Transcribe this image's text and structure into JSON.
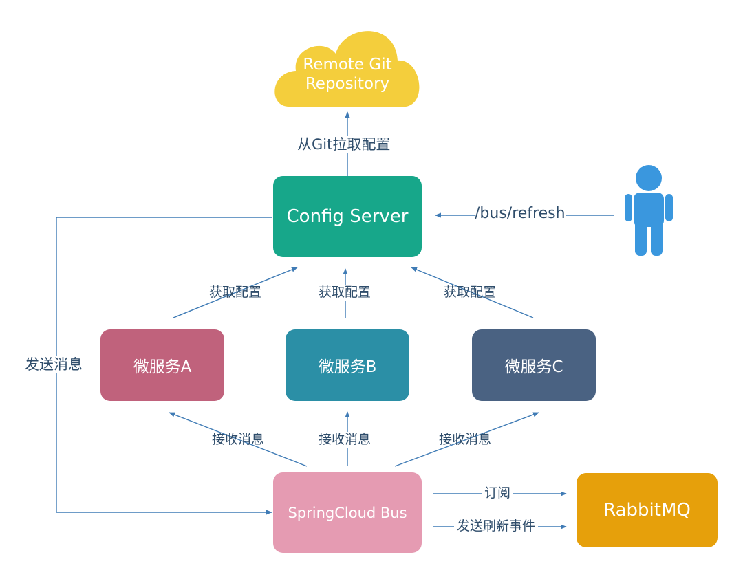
{
  "nodes": {
    "git": {
      "line1": "Remote Git",
      "line2": "Repository",
      "color": "#f4ce3c"
    },
    "config_server": {
      "label": "Config Server",
      "color": "#17a78a"
    },
    "service_a": {
      "label": "微服务A",
      "color": "#c0627c"
    },
    "service_b": {
      "label": "微服务B",
      "color": "#2b8fa6"
    },
    "service_c": {
      "label": "微服务C",
      "color": "#4a6282"
    },
    "bus": {
      "label": "SpringCloud Bus",
      "color": "#e59bb2"
    },
    "rabbitmq": {
      "label": "RabbitMQ",
      "color": "#e6a00b"
    },
    "user": {
      "icon": "person-icon",
      "color": "#3a97de"
    }
  },
  "edges": {
    "pull_from_git": "从Git拉取配置",
    "refresh": "/bus/refresh",
    "get_config_a": "获取配置",
    "get_config_b": "获取配置",
    "get_config_c": "获取配置",
    "send_message": "发送消息",
    "receive_a": "接收消息",
    "receive_b": "接收消息",
    "receive_c": "接收消息",
    "subscribe": "订阅",
    "send_refresh_event": "发送刷新事件"
  },
  "colors": {
    "line": "#3f7bb5",
    "text": "#2f4d6b"
  }
}
